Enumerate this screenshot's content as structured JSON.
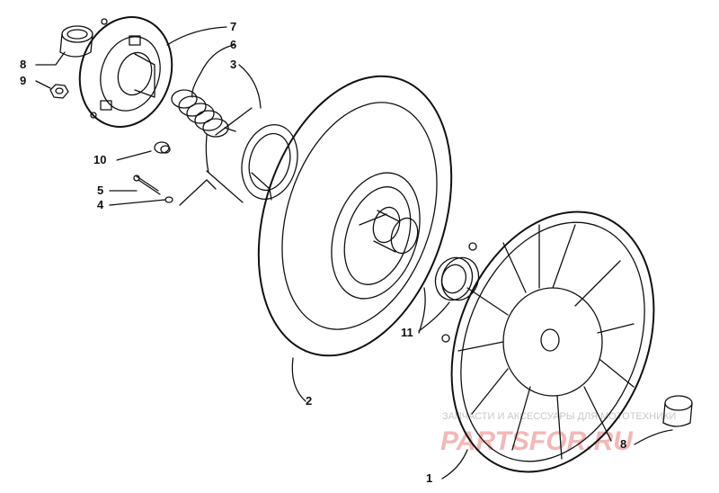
{
  "labels": {
    "p1": "1",
    "p2": "2",
    "p3": "3",
    "p4": "4",
    "p5": "5",
    "p6": "6",
    "p7": "7",
    "p8a": "8",
    "p8b": "8",
    "p9": "9",
    "p10": "10",
    "p11": "11"
  },
  "watermark": {
    "tagline": "ЗАПЧАСТИ И АКСЕССУАРЫ ДЛЯ МОТОТЕХНИКИ",
    "brand": "PARTSFOR.RU"
  },
  "colors": {
    "line": "#111111",
    "watermark_text": "#c8c8c8",
    "watermark_brand": "#f2b8b8"
  }
}
